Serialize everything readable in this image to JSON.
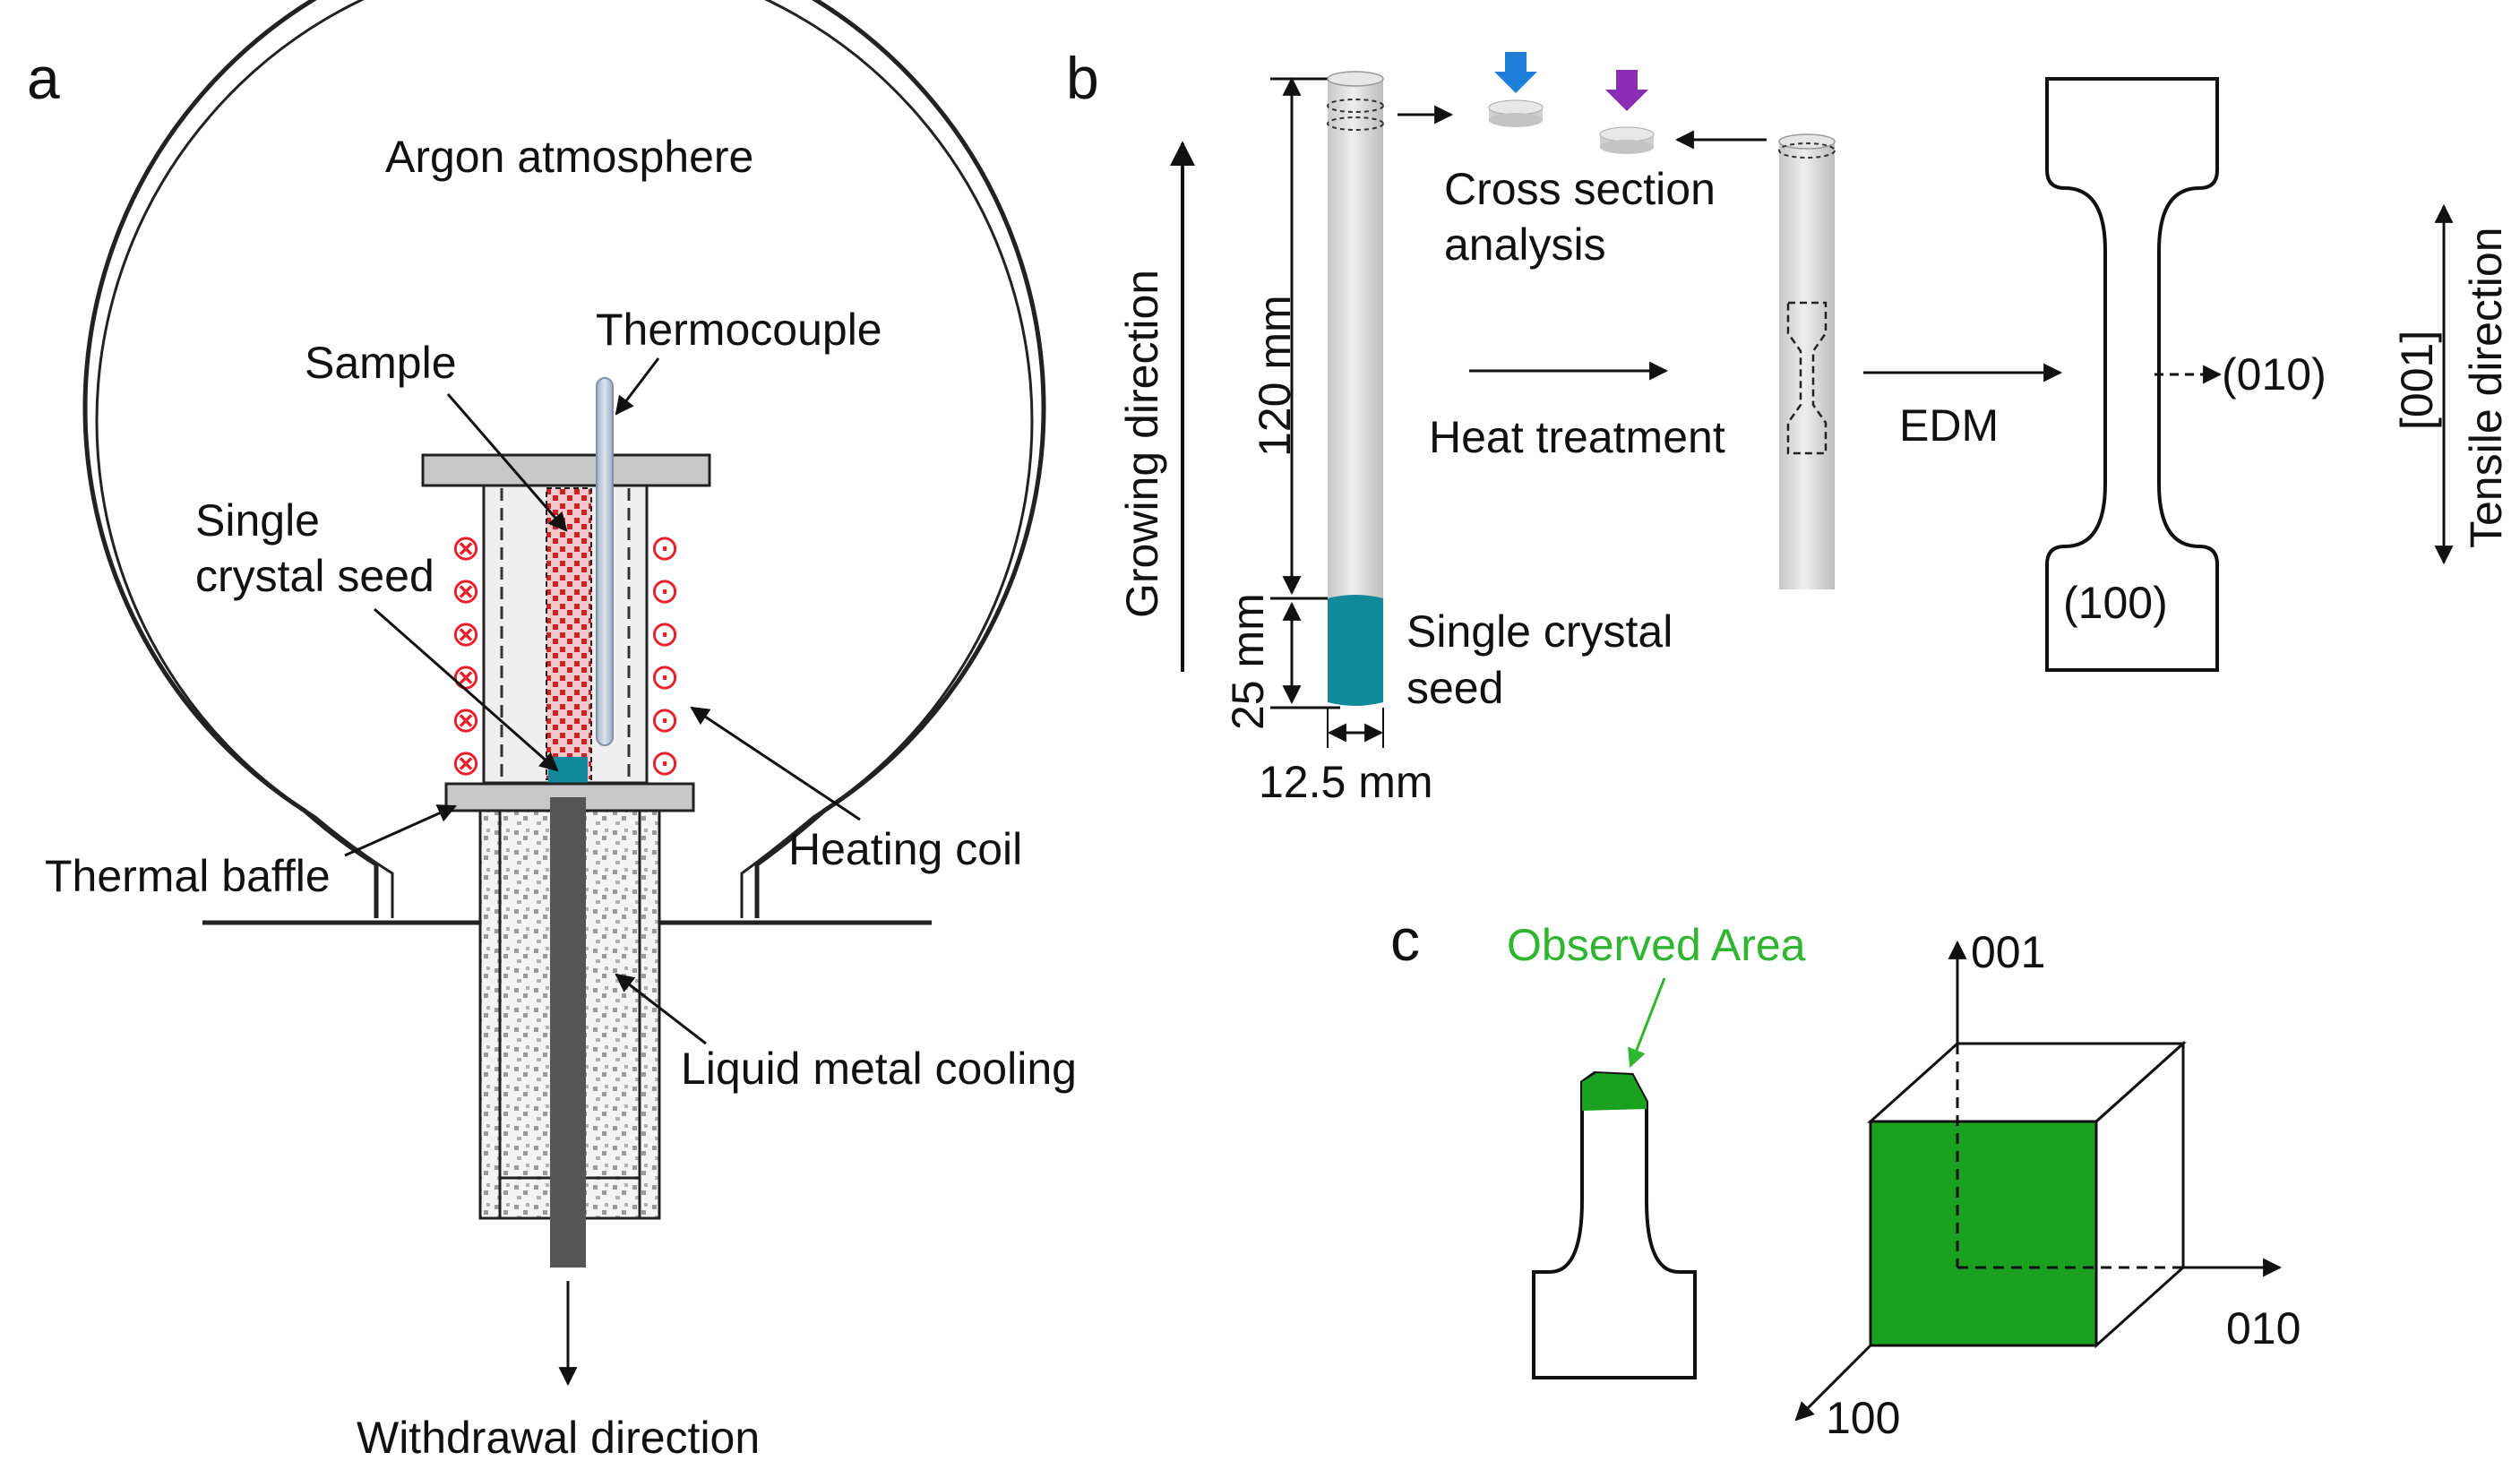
{
  "panels": {
    "a": {
      "letter": "a",
      "labels": {
        "atmosphere": "Argon atmosphere",
        "thermocouple": "Thermocouple",
        "sample": "Sample",
        "seed_line1": "Single",
        "seed_line2": "crystal seed",
        "baffle": "Thermal baffle",
        "coil": "Heating coil",
        "cooling": "Liquid metal cooling",
        "withdrawal": "Withdrawal direction"
      },
      "coil_symbols": {
        "left": "⊗",
        "right": "⊙"
      }
    },
    "b": {
      "letter": "b",
      "labels": {
        "growing": "Growing direction",
        "length": "120 mm",
        "seed_length": "25 mm",
        "diameter": "12.5 mm",
        "cross_section_line1": "Cross section",
        "cross_section_line2": "analysis",
        "seed_line1": "Single crystal",
        "seed_line2": "seed",
        "heat": "Heat treatment",
        "edm": "EDM",
        "plane_010": "(010)",
        "plane_100": "(100)",
        "dir_001": "[001]",
        "tensile": "Tensile direction"
      }
    },
    "c": {
      "letter": "c",
      "labels": {
        "observed": "Observed Area",
        "axis_001": "001",
        "axis_010": "010",
        "axis_100": "100"
      }
    }
  },
  "colors": {
    "coil_red": "#e8202a",
    "seed_teal": "#12899a",
    "observed_green": "#1aa11f",
    "observed_label": "#2fb52f",
    "arrow_blue": "#1f7fd8",
    "arrow_purple": "#8a2fb5",
    "rod_gray": "#d8d8d8",
    "dark_rod": "#555555"
  }
}
